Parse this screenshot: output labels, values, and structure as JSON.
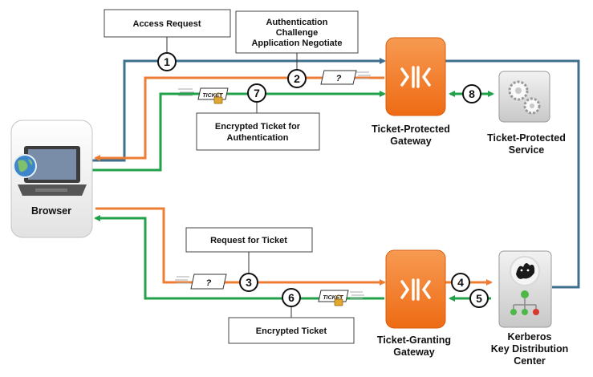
{
  "labels": {
    "access_request": "Access Request",
    "auth_challenge": [
      "Authentication",
      "Challenge",
      "Application Negotiate"
    ],
    "encrypted_ticket_auth": [
      "Encrypted Ticket for",
      "Authentication"
    ],
    "request_for_ticket": "Request for Ticket",
    "encrypted_ticket": "Encrypted Ticket",
    "browser": "Browser",
    "tp_gateway": [
      "Ticket-Protected",
      "Gateway"
    ],
    "tp_service": [
      "Ticket-Protected",
      "Service"
    ],
    "tg_gateway": [
      "Ticket-Granting",
      "Gateway"
    ],
    "kdc": [
      "Kerberos",
      "Key Distribution",
      "Center"
    ],
    "ticket_text": "TICKET",
    "question_mark": "?"
  },
  "steps": [
    "1",
    "2",
    "3",
    "4",
    "5",
    "6",
    "7",
    "8"
  ],
  "colors": {
    "blue": "#3f6f8e",
    "orange": "#ee7d34",
    "green": "#20a14a",
    "gateway": "#f47a20"
  }
}
